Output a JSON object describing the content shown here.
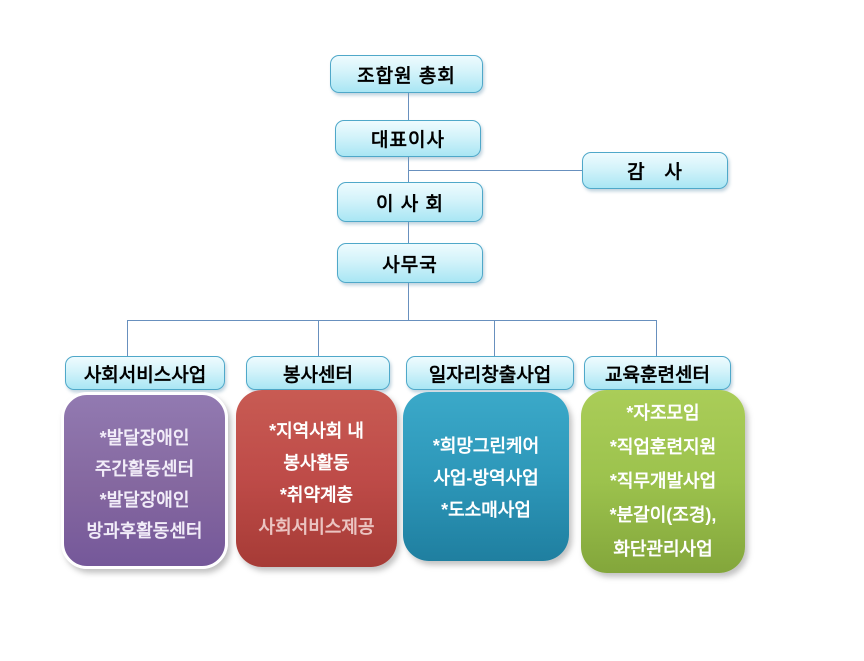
{
  "diagram": {
    "type": "org-chart",
    "connector_color": "#6890BE",
    "node_style": {
      "fill_top": "#EEFBFE",
      "fill_bottom": "#A9E6F4",
      "border": "#4FA8C9"
    },
    "nodes": {
      "general_meeting": "조합원 총회",
      "ceo": "대표이사",
      "auditor": "감   사",
      "board": "이 사 회",
      "secretariat": "사무국"
    },
    "branches": [
      {
        "header": "사회서비스사업",
        "color": "#8064A2",
        "lines": [
          "*발달장애인",
          "주간활동센터",
          "*발달장애인",
          "방과후활동센터"
        ]
      },
      {
        "header": "봉사센터",
        "color": "#BE4B48",
        "lines": [
          "*지역사회 내",
          "봉사활동",
          "*취약계층",
          "사회서비스제공"
        ]
      },
      {
        "header": "일자리창출사업",
        "color": "#2E9EC2",
        "lines": [
          "*희망그린케어",
          "사업-방역사업",
          "*도소매사업"
        ]
      },
      {
        "header": "교육훈련센터",
        "color": "#9CC24D",
        "lines": [
          "*자조모임",
          "*직업훈련지원",
          "*직무개발사업",
          "*분갈이(조경),",
          "화단관리사업"
        ]
      }
    ]
  }
}
